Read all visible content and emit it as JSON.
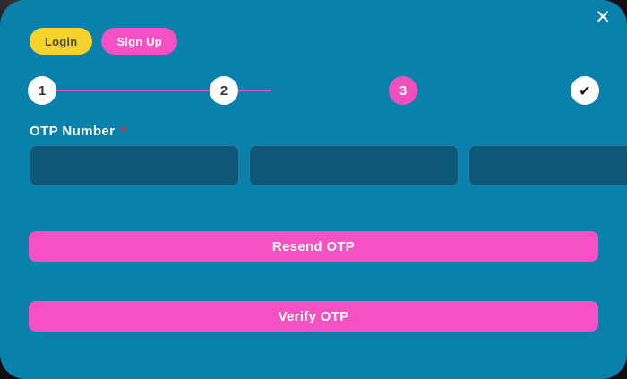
{
  "modal": {
    "close_icon": "✕",
    "tabs": [
      {
        "label": "Login",
        "active": false
      },
      {
        "label": "Sign Up",
        "active": true
      }
    ],
    "stepper": {
      "steps": [
        {
          "label": "1",
          "state": "complete"
        },
        {
          "label": "2",
          "state": "complete"
        },
        {
          "label": "3",
          "state": "active"
        },
        {
          "label": "check",
          "state": "final"
        }
      ],
      "check_icon": "✔"
    },
    "otp": {
      "label": "OTP Number",
      "required_mark": "*",
      "box_count": 6,
      "values": [
        "",
        "",
        "",
        "",
        "",
        ""
      ]
    },
    "buttons": {
      "resend": "Resend OTP",
      "verify": "Verify OTP"
    },
    "colors": {
      "modal_background": "#0a80ad",
      "otp_box": "#0d5878",
      "accent_pink": "#f551c4",
      "accent_yellow": "#f5d32b",
      "connector_magenta": "#db52d0",
      "required_red": "#e8312a",
      "page_background": "#171216"
    }
  }
}
